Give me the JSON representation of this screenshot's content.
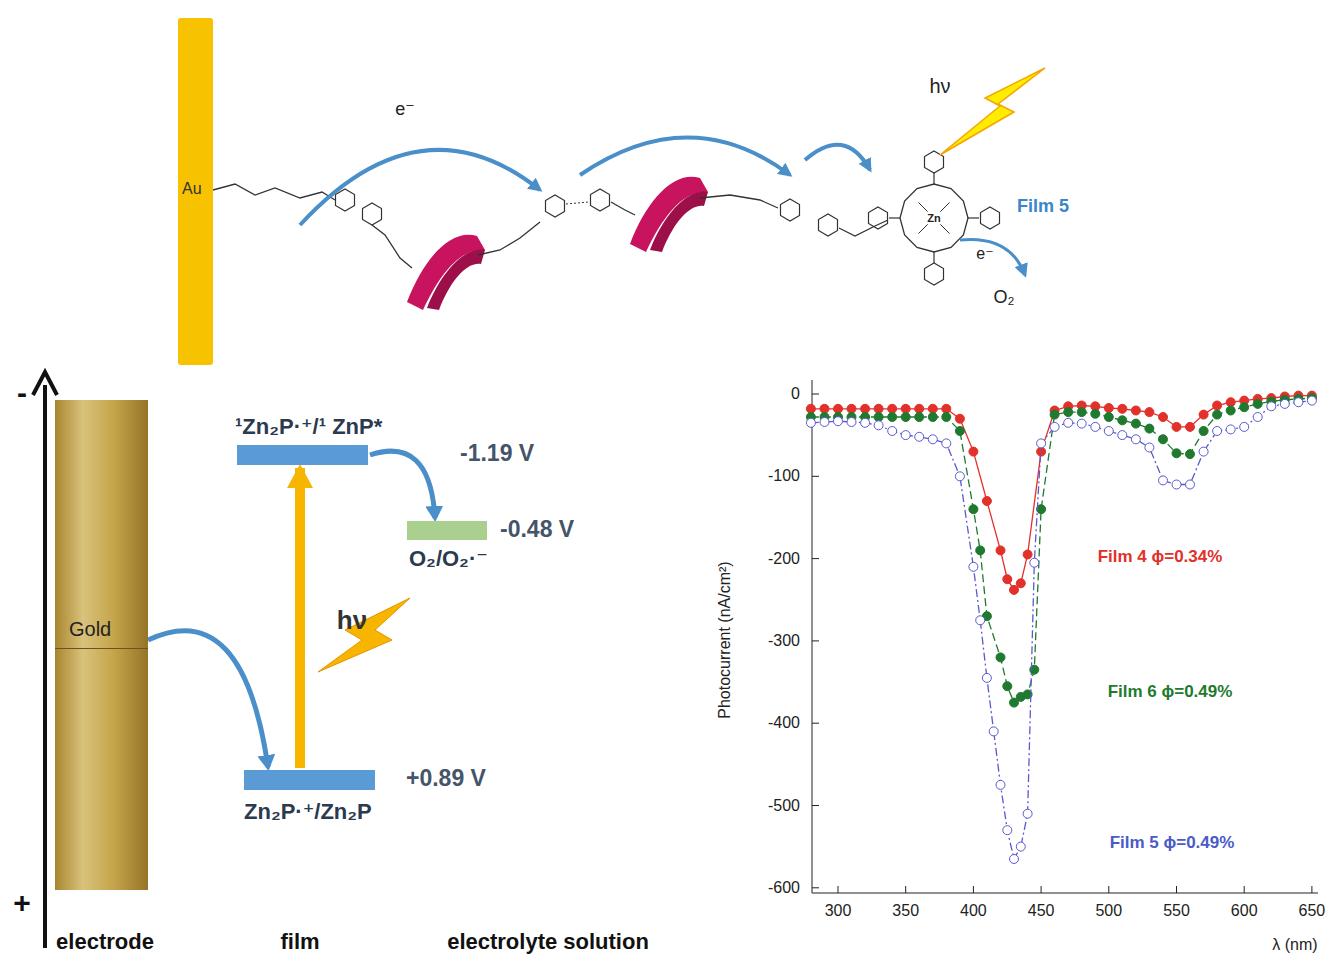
{
  "diagram": {
    "nodes": [
      {
        "text": [
          "Au"
        ]
      },
      {
        "text": [
          "Gold"
        ]
      },
      {
        "text": [
          "¹Zn₂P·⁺/¹ ZnP*",
          "-1.19 V"
        ]
      },
      {
        "text": [
          "-0.48 V",
          "O₂/O₂·⁻"
        ]
      },
      {
        "text": [
          "+0.89 V",
          "Zn₂P·⁺/Zn₂P"
        ]
      }
    ],
    "edges": [
      {
        "from": 1,
        "to": 4,
        "arrow": "to"
      },
      {
        "from": 2,
        "to": 3,
        "arrow": "to"
      },
      {
        "from": 4,
        "to": 2,
        "arrow": "to"
      }
    ],
    "labels": [
      "e⁻",
      "hν",
      "Film 5",
      "e⁻",
      "O₂",
      "-",
      "+",
      "electrode",
      "film",
      "electrolyte solution",
      "hν",
      "0",
      "-100",
      "-200",
      "-300",
      "-400",
      "-500",
      "-600",
      "300",
      "350",
      "400",
      "450",
      "500",
      "550",
      "600",
      "650",
      "Photocurrent (nA/cm²)",
      "λ (nm)",
      "Film 4 ϕ=0.34%",
      "Film 6 ϕ=0.49%",
      "Film 5 ϕ=0.49%",
      "Zn"
    ]
  }
}
